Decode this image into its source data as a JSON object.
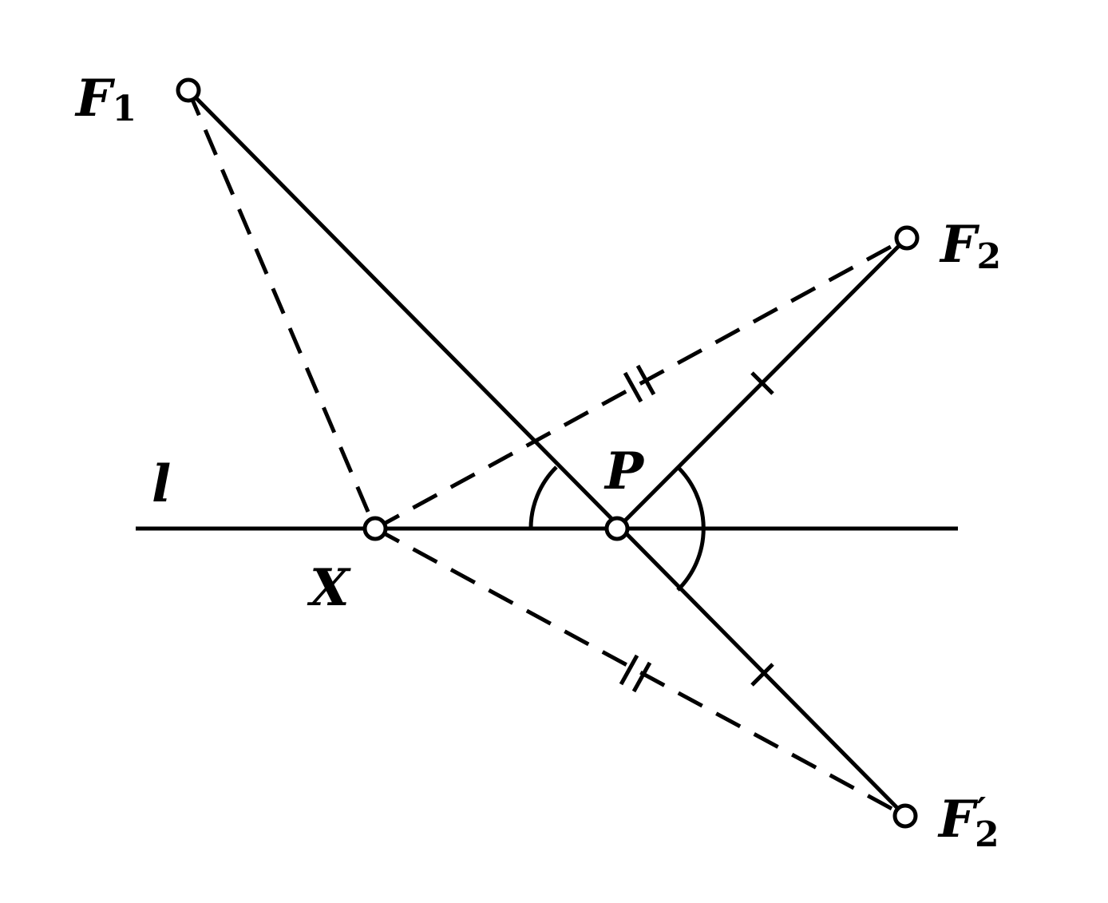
{
  "labels": {
    "F1": {
      "main": "F",
      "sub": "1"
    },
    "F2": {
      "main": "F",
      "sub": "2"
    },
    "F2prime": {
      "main": "F",
      "sub": "2",
      "prime": "′"
    },
    "P": "P",
    "X": "X",
    "l": "l"
  }
}
